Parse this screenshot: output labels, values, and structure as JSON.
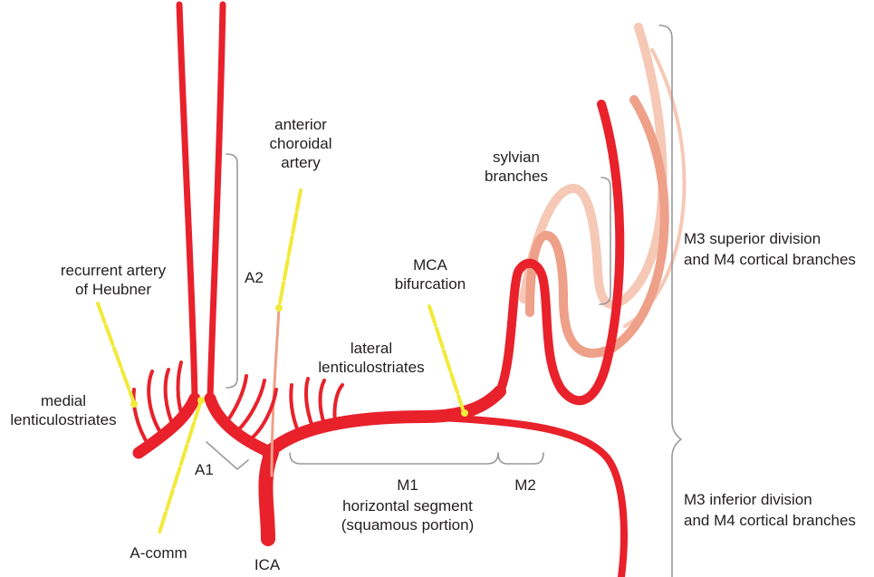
{
  "colors": {
    "artery_red": "#e8212b",
    "branch_mid": "#eea088",
    "branch_light": "#f6c8b6",
    "bracket_gray": "#9a9a9a",
    "pointer_yellow": "#f2ea3a",
    "text": "#231f20"
  },
  "labels": {
    "anterior_choroidal": "anterior\nchoroidal\nartery",
    "sylvian_branches": "sylvian\nbranches",
    "recurrent_heubner": "recurrent artery\nof Heubner",
    "a2": "A2",
    "mca_bifurcation": "MCA\nbifurcation",
    "lateral_lenticulostriates": "lateral\nlenticulostriates",
    "medial_lenticulostriates": "medial\nlenticulostriates",
    "a1": "A1",
    "m1": "M1",
    "m1_description": "horizontal segment\n(squamous portion)",
    "m2": "M2",
    "a_comm": "A-comm",
    "ica": "ICA",
    "m3_superior": "M3 superior division\nand M4 cortical branches",
    "m3_inferior": "M3 inferior division\nand M4 cortical branches"
  }
}
